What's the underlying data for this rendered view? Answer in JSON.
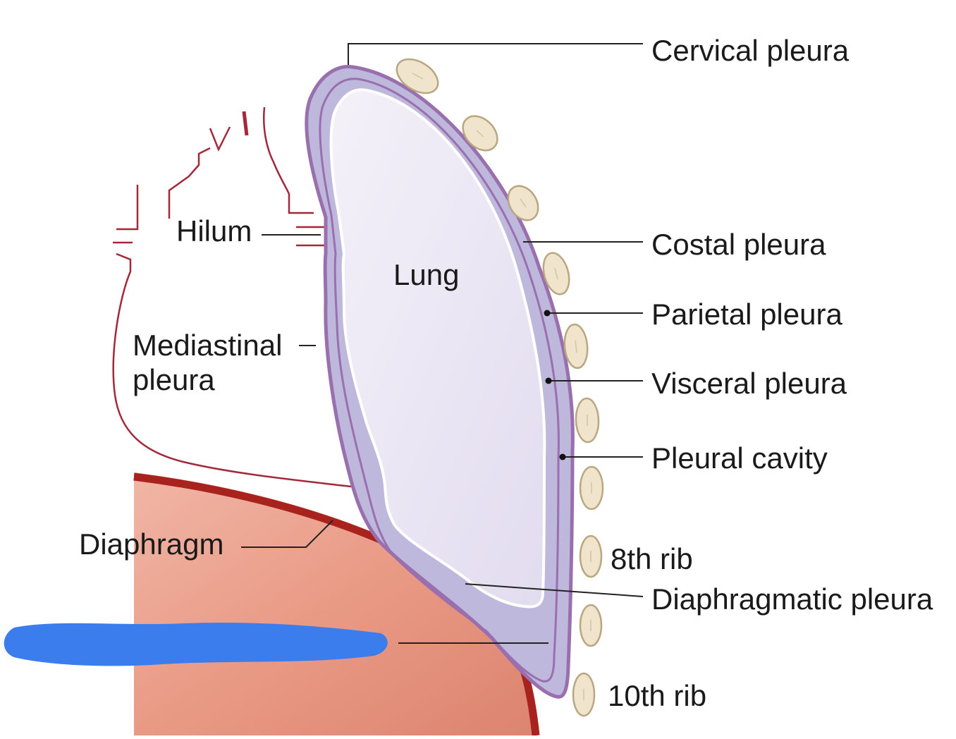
{
  "diagram": {
    "labels": {
      "cervical_pleura": "Cervical pleura",
      "costal_pleura": "Costal pleura",
      "parietal_pleura": "Parietal pleura",
      "visceral_pleura": "Visceral pleura",
      "pleural_cavity": "Pleural cavity",
      "rib_8": "8th rib",
      "diaphragmatic_pleura": "Diaphragmatic pleura",
      "rib_10": "10th rib",
      "hilum": "Hilum",
      "lung": "Lung",
      "mediastinal_pleura_line1": "Mediastinal",
      "mediastinal_pleura_line2": "pleura",
      "diaphragm": "Diaphragm"
    },
    "colors": {
      "lung_fill": "#ebe6f3",
      "pleural_cavity_fill": "#bdb8dc",
      "parietal_pleura": "#9a6fae",
      "outer_edge": "#7ec2d0",
      "diaphragm_fill": "#e6907c",
      "diaphragm_border": "#a8231d",
      "mediastinum_line": "#a3283a",
      "rib_fill": "#f0e4cc",
      "rib_stroke": "#b8a780",
      "redaction": "#3b7ded",
      "leader_line": "#222222"
    }
  }
}
